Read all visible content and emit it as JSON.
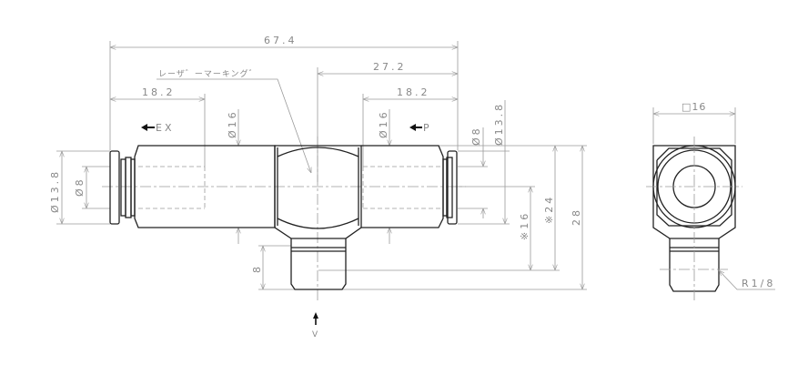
{
  "front_view": {
    "overall_length": "67.4",
    "center_to_end": "27.2",
    "left_port_depth": "18.2",
    "right_port_depth": "18.2",
    "marking_note": "レーザ゛ーマーキング゛",
    "port_ex_label": "EX",
    "port_p_label": "P",
    "port_v_label": "V",
    "left_body_dia": "Ø16",
    "right_body_dia": "Ø16",
    "left_flange_dia": "Ø13.8",
    "left_tube_dia": "Ø8",
    "right_tube_dia": "Ø8",
    "right_flange_dia": "Ø13.8",
    "center_height_16": "※16",
    "center_height_24": "※24",
    "overall_height": "28",
    "thread_length": "8"
  },
  "side_view": {
    "hex_size": "□16",
    "thread_spec": "R1/8"
  }
}
